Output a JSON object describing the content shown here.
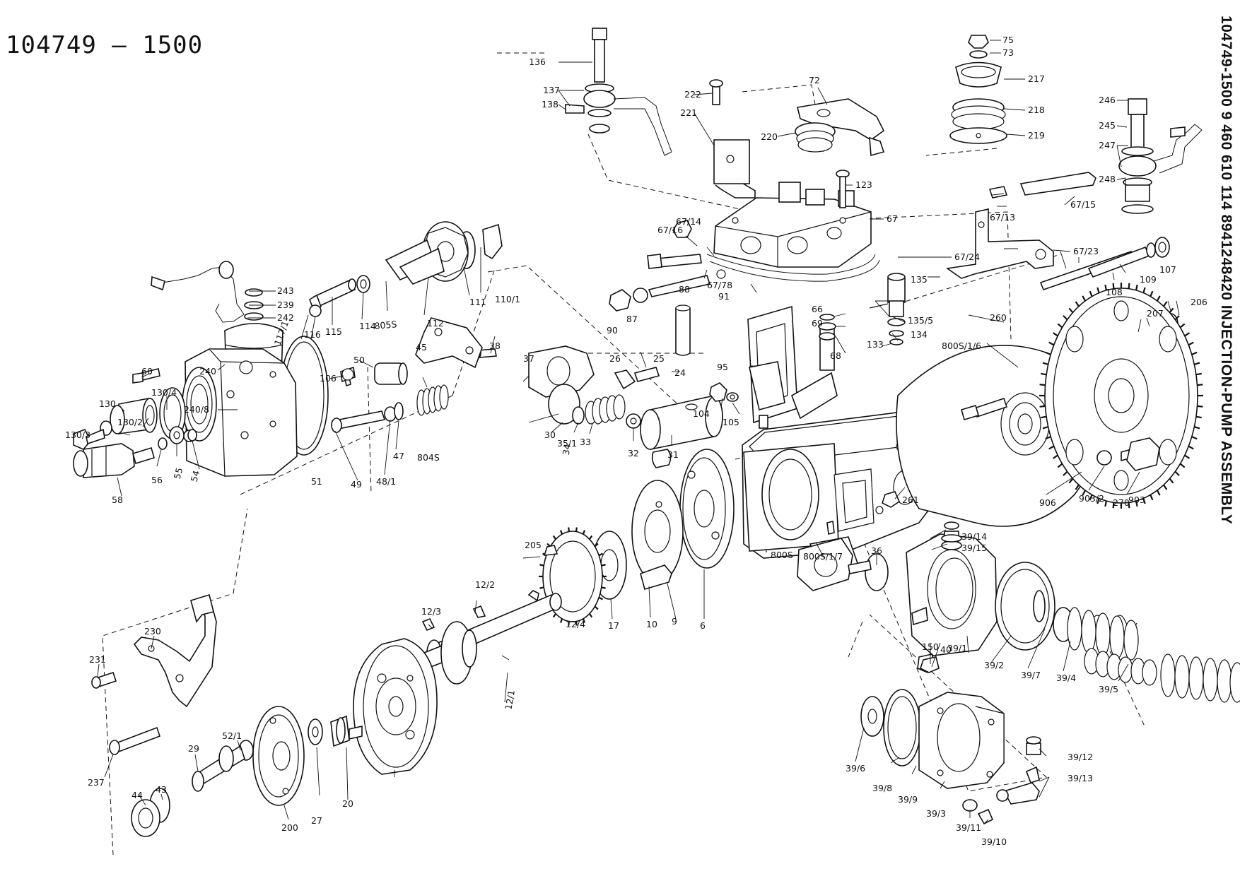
{
  "assembly_number": "104749 — 1500",
  "side_title": "104749-1500  9 460 610 114  8941248420  INJECTION-PUMP ASSEMBLY",
  "part_labels": [
    "136",
    "137",
    "138",
    "222",
    "221",
    "72",
    "220",
    "75",
    "73",
    "217",
    "218",
    "219",
    "246",
    "245",
    "247",
    "248",
    "123",
    "67/13",
    "67/15",
    "67",
    "67/14",
    "67/16",
    "67/23",
    "67/24",
    "67/78",
    "88",
    "91",
    "87",
    "90",
    "107",
    "109",
    "108",
    "243",
    "239",
    "242",
    "240",
    "240/8",
    "110/1",
    "111",
    "112",
    "805S",
    "114",
    "115",
    "116",
    "117/1",
    "66",
    "69",
    "68",
    "135",
    "135/5",
    "134",
    "133",
    "95",
    "260",
    "206",
    "207",
    "800S/1/6",
    "38",
    "37",
    "30",
    "35/1",
    "34",
    "33",
    "32",
    "31",
    "26",
    "25",
    "24",
    "104",
    "105",
    "45",
    "106",
    "50",
    "51",
    "49",
    "48/1",
    "47",
    "804S",
    "60",
    "130",
    "130/4",
    "130/2",
    "130/3",
    "54",
    "55",
    "56",
    "58",
    "270",
    "906",
    "261",
    "903/2",
    "903",
    "800S",
    "800S/1/7",
    "36",
    "39/14",
    "39/15",
    "150",
    "40",
    "205",
    "12/2",
    "12/3",
    "12/4",
    "12/1",
    "17",
    "10",
    "9",
    "6",
    "39/1",
    "39/2",
    "39/7",
    "39/4",
    "39/5",
    "39/6",
    "39/8",
    "39/9",
    "39/3",
    "39/11",
    "39/10",
    "39/12",
    "39/13",
    "230",
    "231",
    "237",
    "44",
    "43",
    "52/1",
    "29",
    "200",
    "27",
    "20"
  ]
}
